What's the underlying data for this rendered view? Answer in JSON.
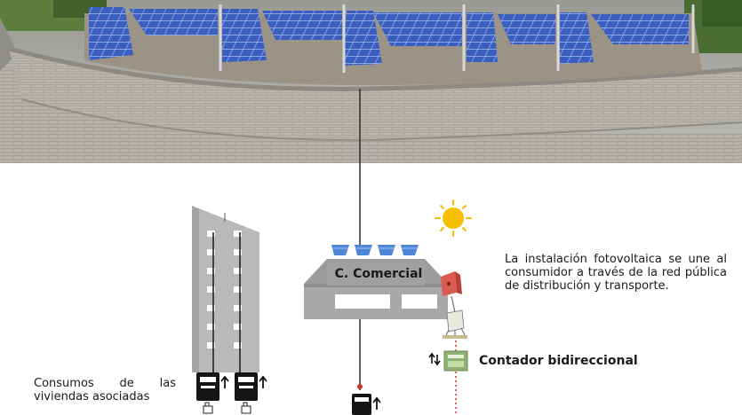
{
  "photo": {
    "description": "Photovoltaic installation on the roof of a commercial building"
  },
  "diagram": {
    "comercial_label": "C. Comercial",
    "description": "La instalación fotovoltaica se une al consumidor a través de la red pública de distribución y transporte.",
    "bidirectional_meter_label": "Contador bidireccional",
    "household_consumption_label": "Consumos de las viviendas asociadas"
  },
  "colors": {
    "sky_blue_panel": "#3d6fd6",
    "building_gray": "#b9b9b9",
    "sun": "#f6c000",
    "grid_line": "#c0392b",
    "meter_green": "#a8c98a"
  },
  "icons": [
    "sun-icon",
    "solar-panel-icon",
    "electricity-meter-icon",
    "arrow-up-icon",
    "bidirectional-arrow-icon",
    "plug-icon",
    "inverter-icon"
  ]
}
